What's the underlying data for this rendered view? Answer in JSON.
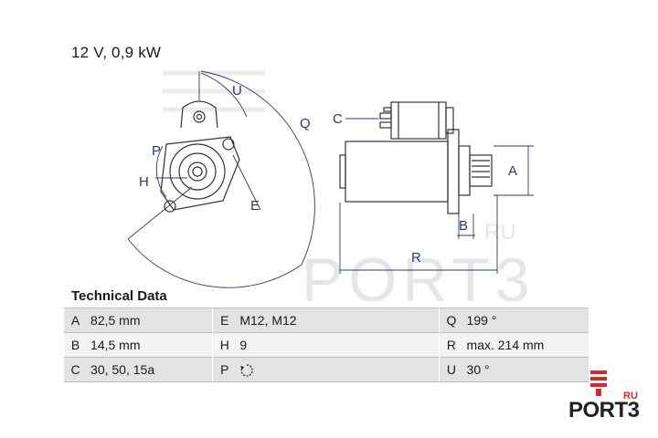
{
  "header": {
    "rating": "12 V, 0,9 kW"
  },
  "drawing": {
    "front_labels": {
      "u": "U",
      "q": "Q",
      "p": "P",
      "h": "H",
      "e": "E"
    },
    "side_labels": {
      "c": "C",
      "a": "A",
      "b": "B",
      "r": "R"
    }
  },
  "watermark": {
    "text": "PORT3",
    "suffix": "RU"
  },
  "technical_data": {
    "title": "Technical Data",
    "rows": [
      {
        "k1": "A",
        "v1": "82,5 mm",
        "k2": "E",
        "v2": "M12, M12",
        "k3": "Q",
        "v3": "199 °"
      },
      {
        "k1": "B",
        "v1": "14,5 mm",
        "k2": "H",
        "v2": "9",
        "k3": "R",
        "v3": "max. 214 mm"
      },
      {
        "k1": "C",
        "v1": "30, 50, 15a",
        "k2": "P",
        "v2_icon": "rotation-arrow-icon",
        "k3": "U",
        "v3": "30 °"
      }
    ]
  },
  "logo": {
    "suffix": "RU",
    "wordmark": "PORT3",
    "color": "#d9262b"
  },
  "colors": {
    "line": "#333333",
    "dim": "#2b3a6e",
    "watermark": "#e8e8e8",
    "accent": "#d9262b"
  }
}
